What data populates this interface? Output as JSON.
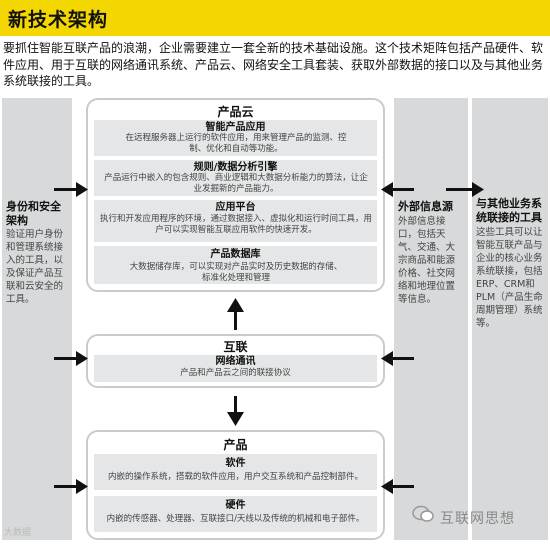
{
  "header": {
    "title": "新技术架构"
  },
  "intro": {
    "text": "要抓住智能互联产品的浪潮，企业需要建立一套全新的技术基础设施。这个技术矩阵包括产品硬件、软件应用、用于互联的网络通讯系统、产品云、网络安全工具套装、获取外部数据的接口以及与其他业务系统联接的工具。"
  },
  "left_panel": {
    "title": "身份和安全架构",
    "desc": "验证用户身份和管理系统接入的工具，以及保证产品互联和云安全的工具。"
  },
  "mid_right_panel": {
    "title": "外部信息源",
    "desc": "外部信息接口，包括天气、交通、大宗商品和能源价格、社交网络和地理位置等信息。"
  },
  "right_panel": {
    "title": "与其他业务系统联接的工具",
    "desc": "这些工具可以让智能互联产品与企业的核心业务系统联接，包括ERP、CRM和PLM（产品生命周期管理）系统等。"
  },
  "product_cloud": {
    "title": "产品云",
    "boxes": [
      {
        "title": "智能产品应用",
        "desc": "在远程服务器上运行的软件应用，用来管理产品的监测、控制、优化和自动等功能。"
      },
      {
        "title": "规则/数据分析引擎",
        "desc": "产品运行中嵌入的包含规则、商业逻辑和大数据分析能力的算法，让企业发掘新的产品能力。"
      },
      {
        "title": "应用平台",
        "desc": "执行和开发应用程序的环境，通过数据接入、虚拟化和运行时间工具，用户可以实现智能互联应用软件的快速开发。"
      },
      {
        "title": "产品数据库",
        "desc": "大数据储存库，可以实现对产品实时及历史数据的存储、标准化处理和管理"
      }
    ]
  },
  "connectivity": {
    "title": "互联",
    "boxes": [
      {
        "title": "网络通讯",
        "desc": "产品和产品云之间的联接协议"
      }
    ]
  },
  "product": {
    "title": "产品",
    "boxes": [
      {
        "title": "软件",
        "desc": "内嵌的操作系统，搭载的软件应用，用户交互系统和产品控制部件。"
      },
      {
        "title": "硬件",
        "desc": "内嵌的传感器、处理器、互联接口/天线以及传统的机械和电子部件。"
      }
    ]
  },
  "watermarks": {
    "left": "大数据",
    "right": "互联网思想"
  }
}
